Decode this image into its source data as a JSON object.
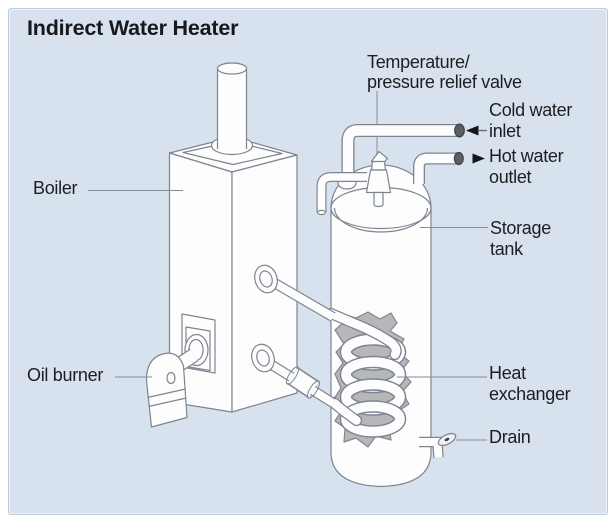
{
  "title": "Indirect Water Heater",
  "labels": {
    "boiler": "Boiler",
    "oil_burner": "Oil burner",
    "relief_valve": "Temperature/\npressure relief valve",
    "cold_water_inlet": "Cold water\ninlet",
    "hot_water_outlet": "Hot water\noutlet",
    "storage_tank": "Storage\ntank",
    "heat_exchanger": "Heat\nexchanger",
    "drain": "Drain"
  },
  "colors": {
    "panel_background": "#d8e1ee",
    "page_background": "#ffffff",
    "line_gray": "#7e8591",
    "text": "#1d1e22",
    "cutaway_gray": "#b6b7b9",
    "pipe_opening_dark": "#585d66",
    "arrow_black": "#15161a"
  }
}
